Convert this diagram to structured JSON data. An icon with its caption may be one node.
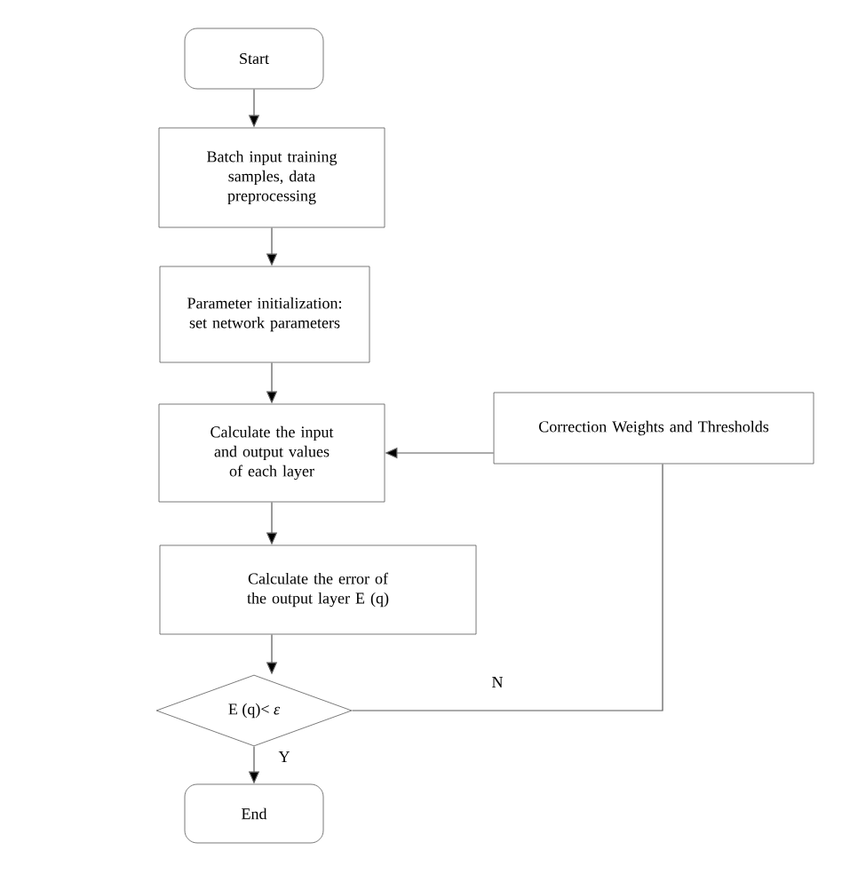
{
  "diagram": {
    "nodes": [
      {
        "text": [
          "Start"
        ]
      },
      {
        "text": [
          "Batch input training samples, data preprocessing"
        ]
      },
      {
        "text": [
          "Parameter initialization: set network parameters"
        ]
      },
      {
        "text": [
          "Calculate the input and output values of each layer"
        ]
      },
      {
        "text": [
          "Calculate the error of the output layer E (q)"
        ]
      },
      {
        "text": [
          "E (q)< *ε*"
        ]
      },
      {
        "text": [
          "End"
        ]
      },
      {
        "text": [
          "Correction Weights and Thresholds"
        ]
      }
    ],
    "edges": [
      {
        "from": 0,
        "to": 1,
        "arrow": "to"
      },
      {
        "from": 1,
        "to": 2,
        "arrow": "to"
      },
      {
        "from": 2,
        "to": 3,
        "arrow": "to"
      },
      {
        "from": 3,
        "to": 4,
        "arrow": "to"
      },
      {
        "from": 4,
        "to": 5,
        "arrow": "to"
      },
      {
        "from": 5,
        "to": 6,
        "label": "Y",
        "arrow": "to"
      },
      {
        "from": 5,
        "to": 7,
        "label": "N",
        "arrow": "none"
      },
      {
        "from": 7,
        "to": 3,
        "arrow": "to"
      }
    ]
  }
}
